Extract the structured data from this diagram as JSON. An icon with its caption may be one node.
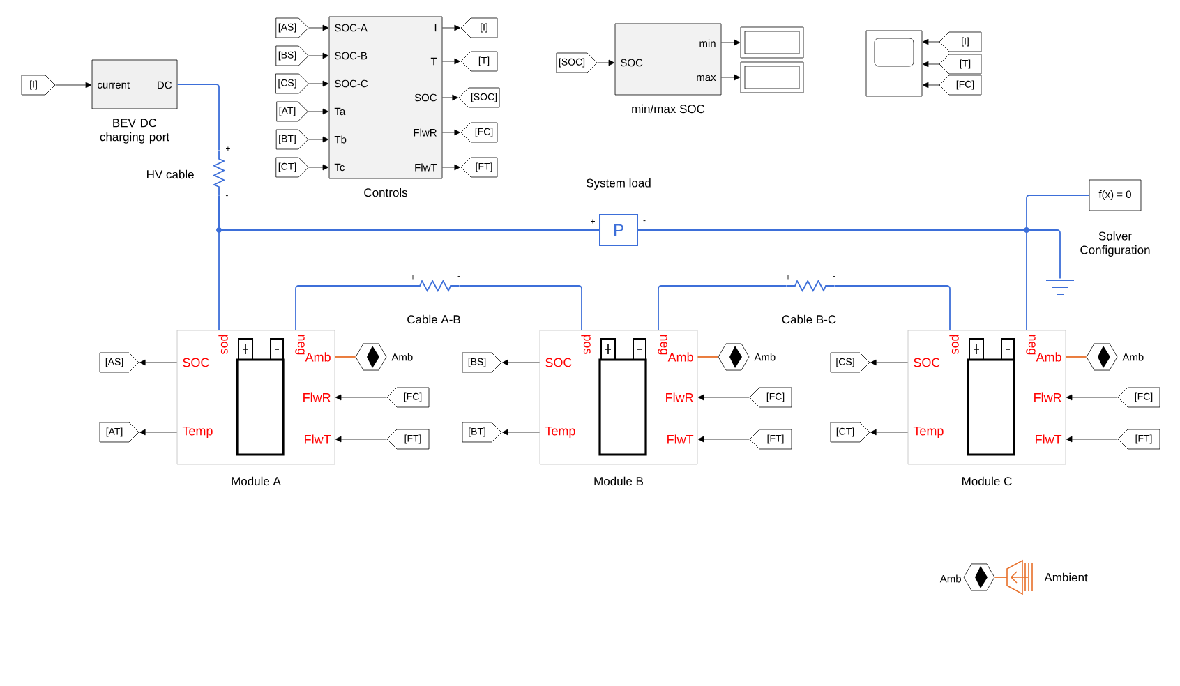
{
  "diagram": {
    "nodes": [
      {
        "text": [
          "[I]"
        ]
      },
      {
        "text": [
          "current",
          "DC"
        ],
        "beside": [
          "BEV DC charging port"
        ]
      },
      {
        "text": [
          "+",
          "-",
          "HV cable"
        ]
      },
      {
        "text": [
          "SOC-A",
          "SOC-B",
          "SOC-C",
          "Ta",
          "Tb",
          "Tc",
          "I",
          "T",
          "SOC",
          "FlwR",
          "FlwT"
        ],
        "beside": [
          "Controls"
        ]
      },
      {
        "text": [
          "[AS]"
        ]
      },
      {
        "text": [
          "[BS]"
        ]
      },
      {
        "text": [
          "[CS]"
        ]
      },
      {
        "text": [
          "[AT]"
        ]
      },
      {
        "text": [
          "[BT]"
        ]
      },
      {
        "text": [
          "[CT]"
        ]
      },
      {
        "text": [
          "[I]"
        ]
      },
      {
        "text": [
          "[T]"
        ]
      },
      {
        "text": [
          "[SOC]"
        ]
      },
      {
        "text": [
          "[FC]"
        ]
      },
      {
        "text": [
          "[FT]"
        ]
      },
      {
        "text": [
          "[SOC]"
        ]
      },
      {
        "text": [
          "SOC",
          "min",
          "max"
        ],
        "beside": [
          "min/max SOC"
        ]
      },
      {
        "text": [],
        "shape": "box"
      },
      {
        "text": [],
        "shape": "box"
      },
      {
        "text": [],
        "shape": "monitor"
      },
      {
        "text": [
          "[I]"
        ]
      },
      {
        "text": [
          "[T]"
        ]
      },
      {
        "text": [
          "[FC]"
        ]
      },
      {
        "text": [
          "P"
        ],
        "beside": [
          "System load",
          "+",
          "-"
        ]
      },
      {
        "text": [
          "f(x) = 0"
        ],
        "beside": [
          "Solver Configuration"
        ]
      },
      {
        "text": [],
        "shape": "ground"
      },
      {
        "text": [
          "+",
          "-",
          "Cable A-B"
        ]
      },
      {
        "text": [
          "+",
          "-",
          "Cable B-C"
        ]
      },
      {
        "text": [
          "SOC",
          "Temp",
          "pos",
          "neg",
          "Amb",
          "FlwR",
          "FlwT"
        ],
        "beside": [
          "Module A"
        ]
      },
      {
        "text": [
          "SOC",
          "Temp",
          "pos",
          "neg",
          "Amb",
          "FlwR",
          "FlwT"
        ],
        "beside": [
          "Module B"
        ]
      },
      {
        "text": [
          "SOC",
          "Temp",
          "pos",
          "neg",
          "Amb",
          "FlwR",
          "FlwT"
        ],
        "beside": [
          "Module C"
        ]
      },
      {
        "text": [
          "[AS]"
        ]
      },
      {
        "text": [
          "[AT]"
        ]
      },
      {
        "text": [],
        "shape": "hexagon",
        "beside": [
          "Amb"
        ]
      },
      {
        "text": [
          "[FC]"
        ]
      },
      {
        "text": [
          "[FT]"
        ]
      },
      {
        "text": [
          "[BS]"
        ]
      },
      {
        "text": [
          "[BT]"
        ]
      },
      {
        "text": [],
        "shape": "hexagon",
        "beside": [
          "Amb"
        ]
      },
      {
        "text": [
          "[FC]"
        ]
      },
      {
        "text": [
          "[FT]"
        ]
      },
      {
        "text": [
          "[CS]"
        ]
      },
      {
        "text": [
          "[CT]"
        ]
      },
      {
        "text": [],
        "shape": "hexagon",
        "beside": [
          "Amb"
        ]
      },
      {
        "text": [
          "[FC]"
        ]
      },
      {
        "text": [
          "[FT]"
        ]
      },
      {
        "text": [],
        "shape": "hexagon",
        "beside": [
          "Amb"
        ]
      },
      {
        "text": [],
        "shape": "symbol",
        "beside": [
          "Ambient"
        ]
      }
    ],
    "edges": [
      {
        "from": 0,
        "to": 1,
        "arrow": "to"
      },
      {
        "from": 1,
        "to": 2,
        "arrow": "none",
        "color": "#3d6fd9"
      },
      {
        "from": 2,
        "to": 28,
        "arrow": "none",
        "color": "#3d6fd9"
      },
      {
        "from": 2,
        "to": 23,
        "arrow": "none",
        "color": "#3d6fd9"
      },
      {
        "from": 23,
        "to": 24,
        "arrow": "none",
        "color": "#3d6fd9"
      },
      {
        "from": 23,
        "to": 30,
        "arrow": "none",
        "color": "#3d6fd9"
      },
      {
        "from": 23,
        "to": 25,
        "arrow": "none",
        "color": "#3d6fd9"
      },
      {
        "from": 28,
        "to": 26,
        "arrow": "none",
        "color": "#3d6fd9"
      },
      {
        "from": 26,
        "to": 29,
        "arrow": "none",
        "color": "#3d6fd9"
      },
      {
        "from": 29,
        "to": 27,
        "arrow": "none",
        "color": "#3d6fd9"
      },
      {
        "from": 27,
        "to": 30,
        "arrow": "none",
        "color": "#3d6fd9"
      },
      {
        "from": 4,
        "to": 3,
        "arrow": "to"
      },
      {
        "from": 5,
        "to": 3,
        "arrow": "to"
      },
      {
        "from": 6,
        "to": 3,
        "arrow": "to"
      },
      {
        "from": 7,
        "to": 3,
        "arrow": "to"
      },
      {
        "from": 8,
        "to": 3,
        "arrow": "to"
      },
      {
        "from": 9,
        "to": 3,
        "arrow": "to"
      },
      {
        "from": 3,
        "to": 10,
        "arrow": "to"
      },
      {
        "from": 3,
        "to": 11,
        "arrow": "to"
      },
      {
        "from": 3,
        "to": 12,
        "arrow": "to"
      },
      {
        "from": 3,
        "to": 13,
        "arrow": "to"
      },
      {
        "from": 3,
        "to": 14,
        "arrow": "to"
      },
      {
        "from": 15,
        "to": 16,
        "arrow": "to"
      },
      {
        "from": 16,
        "to": 17,
        "arrow": "to"
      },
      {
        "from": 16,
        "to": 18,
        "arrow": "to"
      },
      {
        "from": 20,
        "to": 19,
        "arrow": "to"
      },
      {
        "from": 21,
        "to": 19,
        "arrow": "to"
      },
      {
        "from": 22,
        "to": 19,
        "arrow": "to"
      },
      {
        "from": 28,
        "to": 31,
        "arrow": "to"
      },
      {
        "from": 28,
        "to": 32,
        "arrow": "to"
      },
      {
        "from": 28,
        "to": 33,
        "arrow": "none",
        "color": "#e8702a"
      },
      {
        "from": 34,
        "to": 28,
        "arrow": "to"
      },
      {
        "from": 35,
        "to": 28,
        "arrow": "to"
      },
      {
        "from": 29,
        "to": 36,
        "arrow": "to"
      },
      {
        "from": 29,
        "to": 37,
        "arrow": "to"
      },
      {
        "from": 29,
        "to": 38,
        "arrow": "none",
        "color": "#e8702a"
      },
      {
        "from": 39,
        "to": 29,
        "arrow": "to"
      },
      {
        "from": 40,
        "to": 29,
        "arrow": "to"
      },
      {
        "from": 30,
        "to": 41,
        "arrow": "to"
      },
      {
        "from": 30,
        "to": 42,
        "arrow": "to"
      },
      {
        "from": 30,
        "to": 43,
        "arrow": "none",
        "color": "#e8702a"
      },
      {
        "from": 44,
        "to": 30,
        "arrow": "to"
      },
      {
        "from": 45,
        "to": 30,
        "arrow": "to"
      },
      {
        "from": 46,
        "to": 47,
        "arrow": "none",
        "color": "#e8702a"
      }
    ]
  }
}
